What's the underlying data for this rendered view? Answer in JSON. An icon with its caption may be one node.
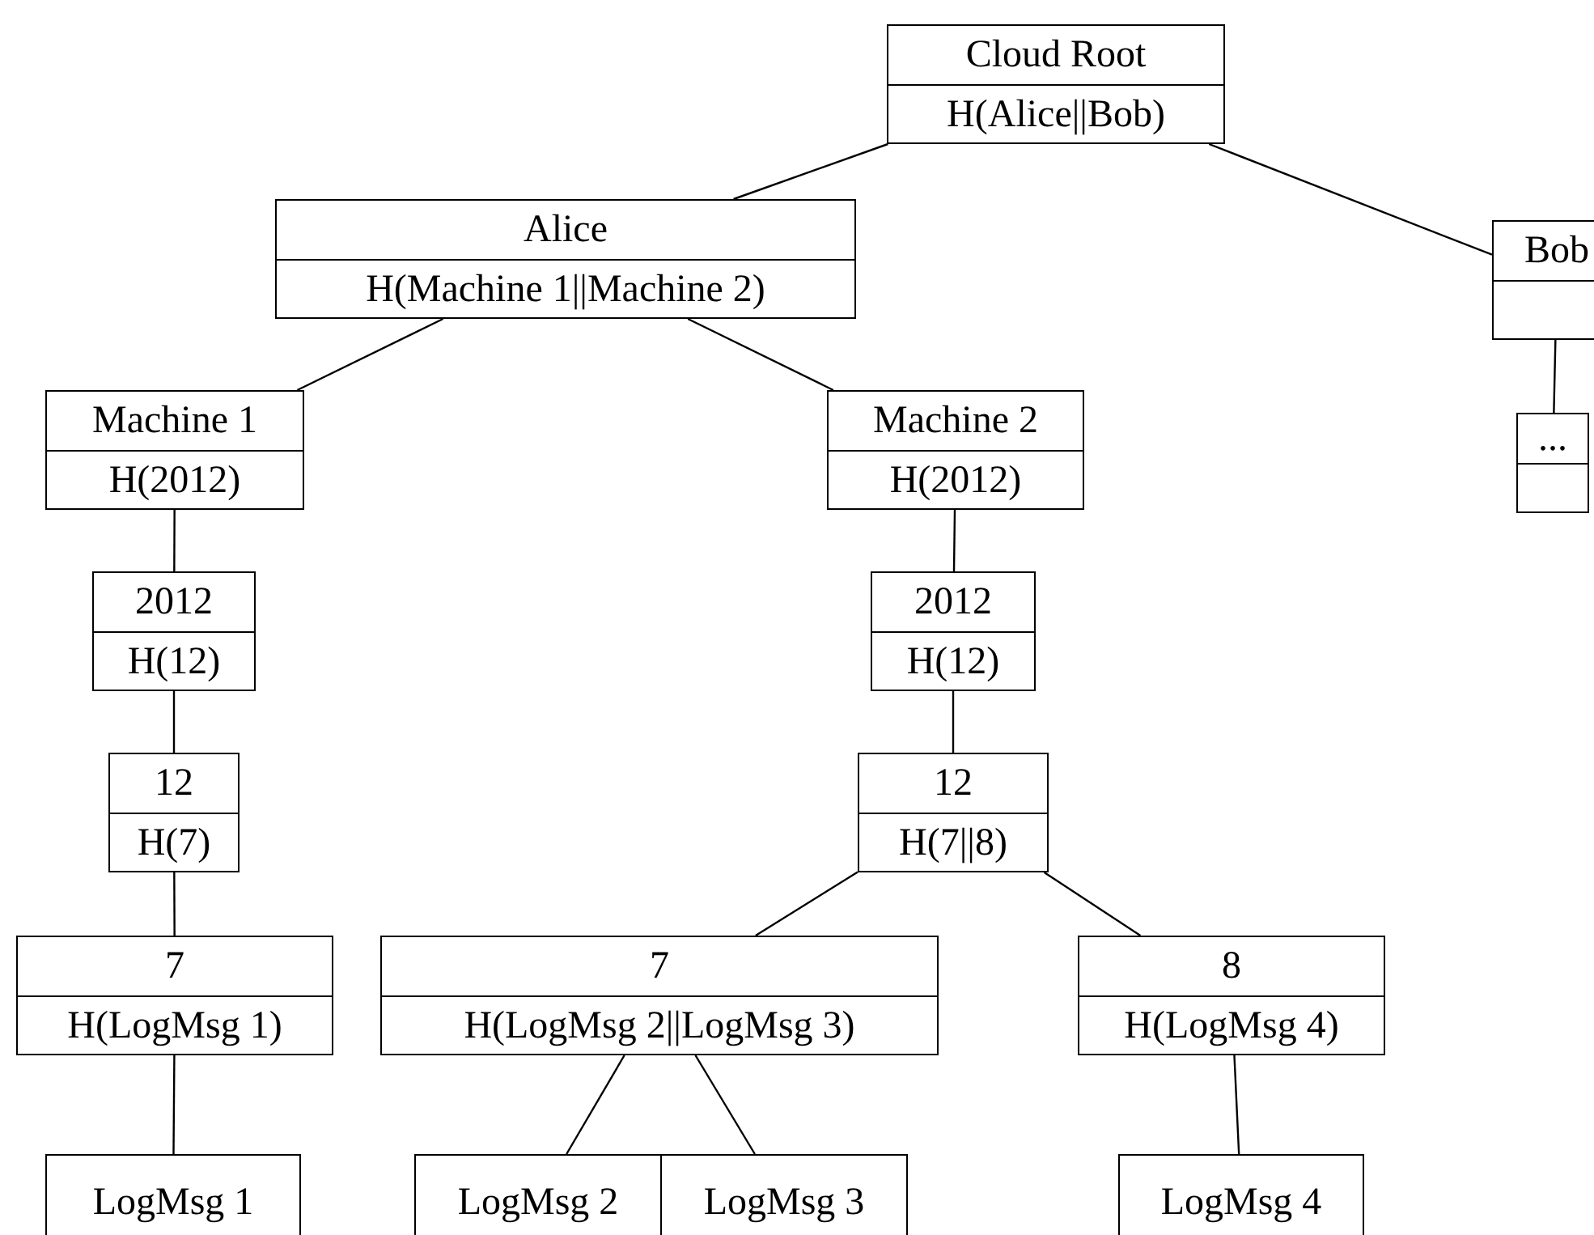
{
  "diagram": {
    "nodes": [
      {
        "text": [
          "Cloud Root",
          "H(Alice||Bob)"
        ]
      },
      {
        "text": [
          "Alice",
          "H(Machine 1||Machine 2)"
        ]
      },
      {
        "text": [
          "Bob"
        ]
      },
      {
        "text": [
          "..."
        ]
      },
      {
        "text": [
          "Machine 1",
          "H(2012)"
        ]
      },
      {
        "text": [
          "Machine 2",
          "H(2012)"
        ]
      },
      {
        "text": [
          "2012",
          "H(12)"
        ]
      },
      {
        "text": [
          "2012",
          "H(12)"
        ]
      },
      {
        "text": [
          "12",
          "H(7)"
        ]
      },
      {
        "text": [
          "12",
          "H(7||8)"
        ]
      },
      {
        "text": [
          "7",
          "H(LogMsg 1)"
        ]
      },
      {
        "text": [
          "7",
          "H(LogMsg 2||LogMsg 3)"
        ]
      },
      {
        "text": [
          "8",
          "H(LogMsg 4)"
        ]
      },
      {
        "text": [
          "LogMsg 1"
        ]
      },
      {
        "text": [
          "LogMsg 2"
        ]
      },
      {
        "text": [
          "LogMsg 3"
        ]
      },
      {
        "text": [
          "LogMsg 4"
        ]
      }
    ],
    "edges": [
      {
        "from": 0,
        "to": 1,
        "arrow": "none"
      },
      {
        "from": 0,
        "to": 2,
        "arrow": "none"
      },
      {
        "from": 2,
        "to": 3,
        "arrow": "none"
      },
      {
        "from": 1,
        "to": 4,
        "arrow": "none"
      },
      {
        "from": 1,
        "to": 5,
        "arrow": "none"
      },
      {
        "from": 4,
        "to": 6,
        "arrow": "none"
      },
      {
        "from": 5,
        "to": 7,
        "arrow": "none"
      },
      {
        "from": 6,
        "to": 8,
        "arrow": "none"
      },
      {
        "from": 7,
        "to": 9,
        "arrow": "none"
      },
      {
        "from": 8,
        "to": 10,
        "arrow": "none"
      },
      {
        "from": 9,
        "to": 11,
        "arrow": "none"
      },
      {
        "from": 9,
        "to": 12,
        "arrow": "none"
      },
      {
        "from": 10,
        "to": 13,
        "arrow": "none"
      },
      {
        "from": 11,
        "to": 14,
        "arrow": "none"
      },
      {
        "from": 11,
        "to": 15,
        "arrow": "none"
      },
      {
        "from": 12,
        "to": 16,
        "arrow": "none"
      }
    ]
  }
}
